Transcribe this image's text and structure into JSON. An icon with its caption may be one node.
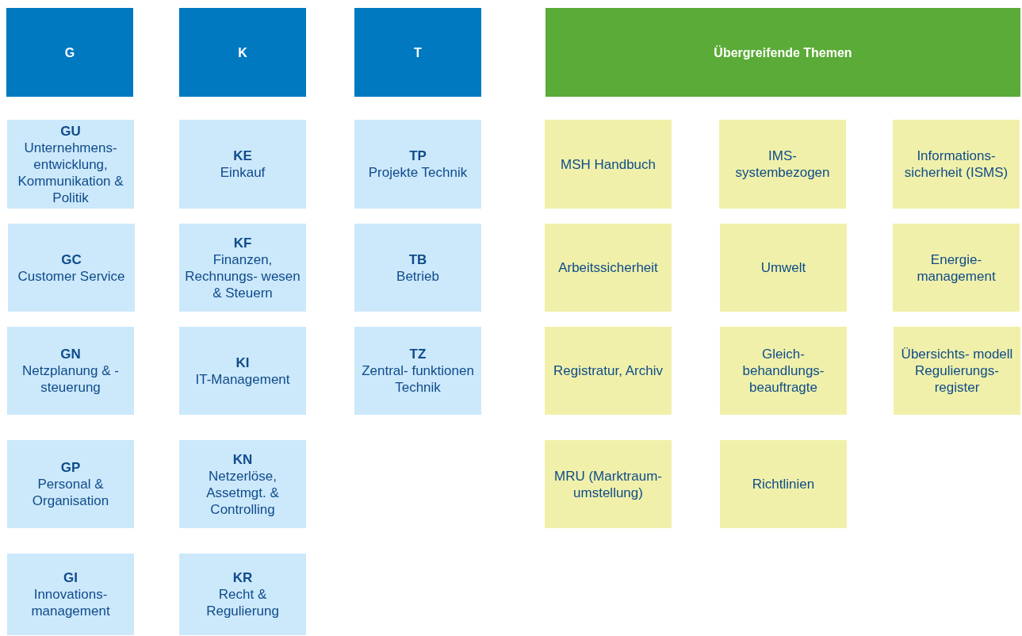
{
  "diagram": {
    "nodes": [
      {
        "text": [
          "G"
        ]
      },
      {
        "text": [
          "K"
        ]
      },
      {
        "text": [
          "T"
        ]
      },
      {
        "text": [
          "Übergreifende Themen"
        ]
      },
      {
        "text": [
          "GU",
          "Unternehmens- entwicklung, Kommunikation & Politik"
        ]
      },
      {
        "text": [
          "KE",
          "Einkauf"
        ]
      },
      {
        "text": [
          "TP",
          "Projekte Technik"
        ]
      },
      {
        "text": [
          "MSH Handbuch"
        ]
      },
      {
        "text": [
          "IMS- systembezogen"
        ]
      },
      {
        "text": [
          "Informations- sicherheit (ISMS)"
        ]
      },
      {
        "text": [
          "GC",
          "Customer Service"
        ]
      },
      {
        "text": [
          "KF",
          "Finanzen, Rechnungs- wesen & Steuern"
        ]
      },
      {
        "text": [
          "TB",
          "Betrieb"
        ]
      },
      {
        "text": [
          "Arbeitssicherheit"
        ]
      },
      {
        "text": [
          "Umwelt"
        ]
      },
      {
        "text": [
          "Energie- management"
        ]
      },
      {
        "text": [
          "GN",
          "Netzplanung & -steuerung"
        ]
      },
      {
        "text": [
          "KI",
          "IT-Management"
        ]
      },
      {
        "text": [
          "TZ",
          "Zentral- funktionen Technik"
        ]
      },
      {
        "text": [
          "Registratur, Archiv"
        ]
      },
      {
        "text": [
          "Gleich- behandlungs- beauftragte"
        ]
      },
      {
        "text": [
          "Übersichts- modell Regulierungs- register"
        ]
      },
      {
        "text": [
          "GP",
          "Personal & Organisation"
        ]
      },
      {
        "text": [
          "KN",
          "Netzerlöse, Assetmgt. & Controlling"
        ]
      },
      {
        "text": [
          "MRU (Marktraum- umstellung)"
        ]
      },
      {
        "text": [
          "Richtlinien"
        ]
      },
      {
        "text": [
          "GI",
          "Innovations- management"
        ]
      },
      {
        "text": [
          "KR",
          "Recht & Regulierung"
        ]
      }
    ]
  }
}
